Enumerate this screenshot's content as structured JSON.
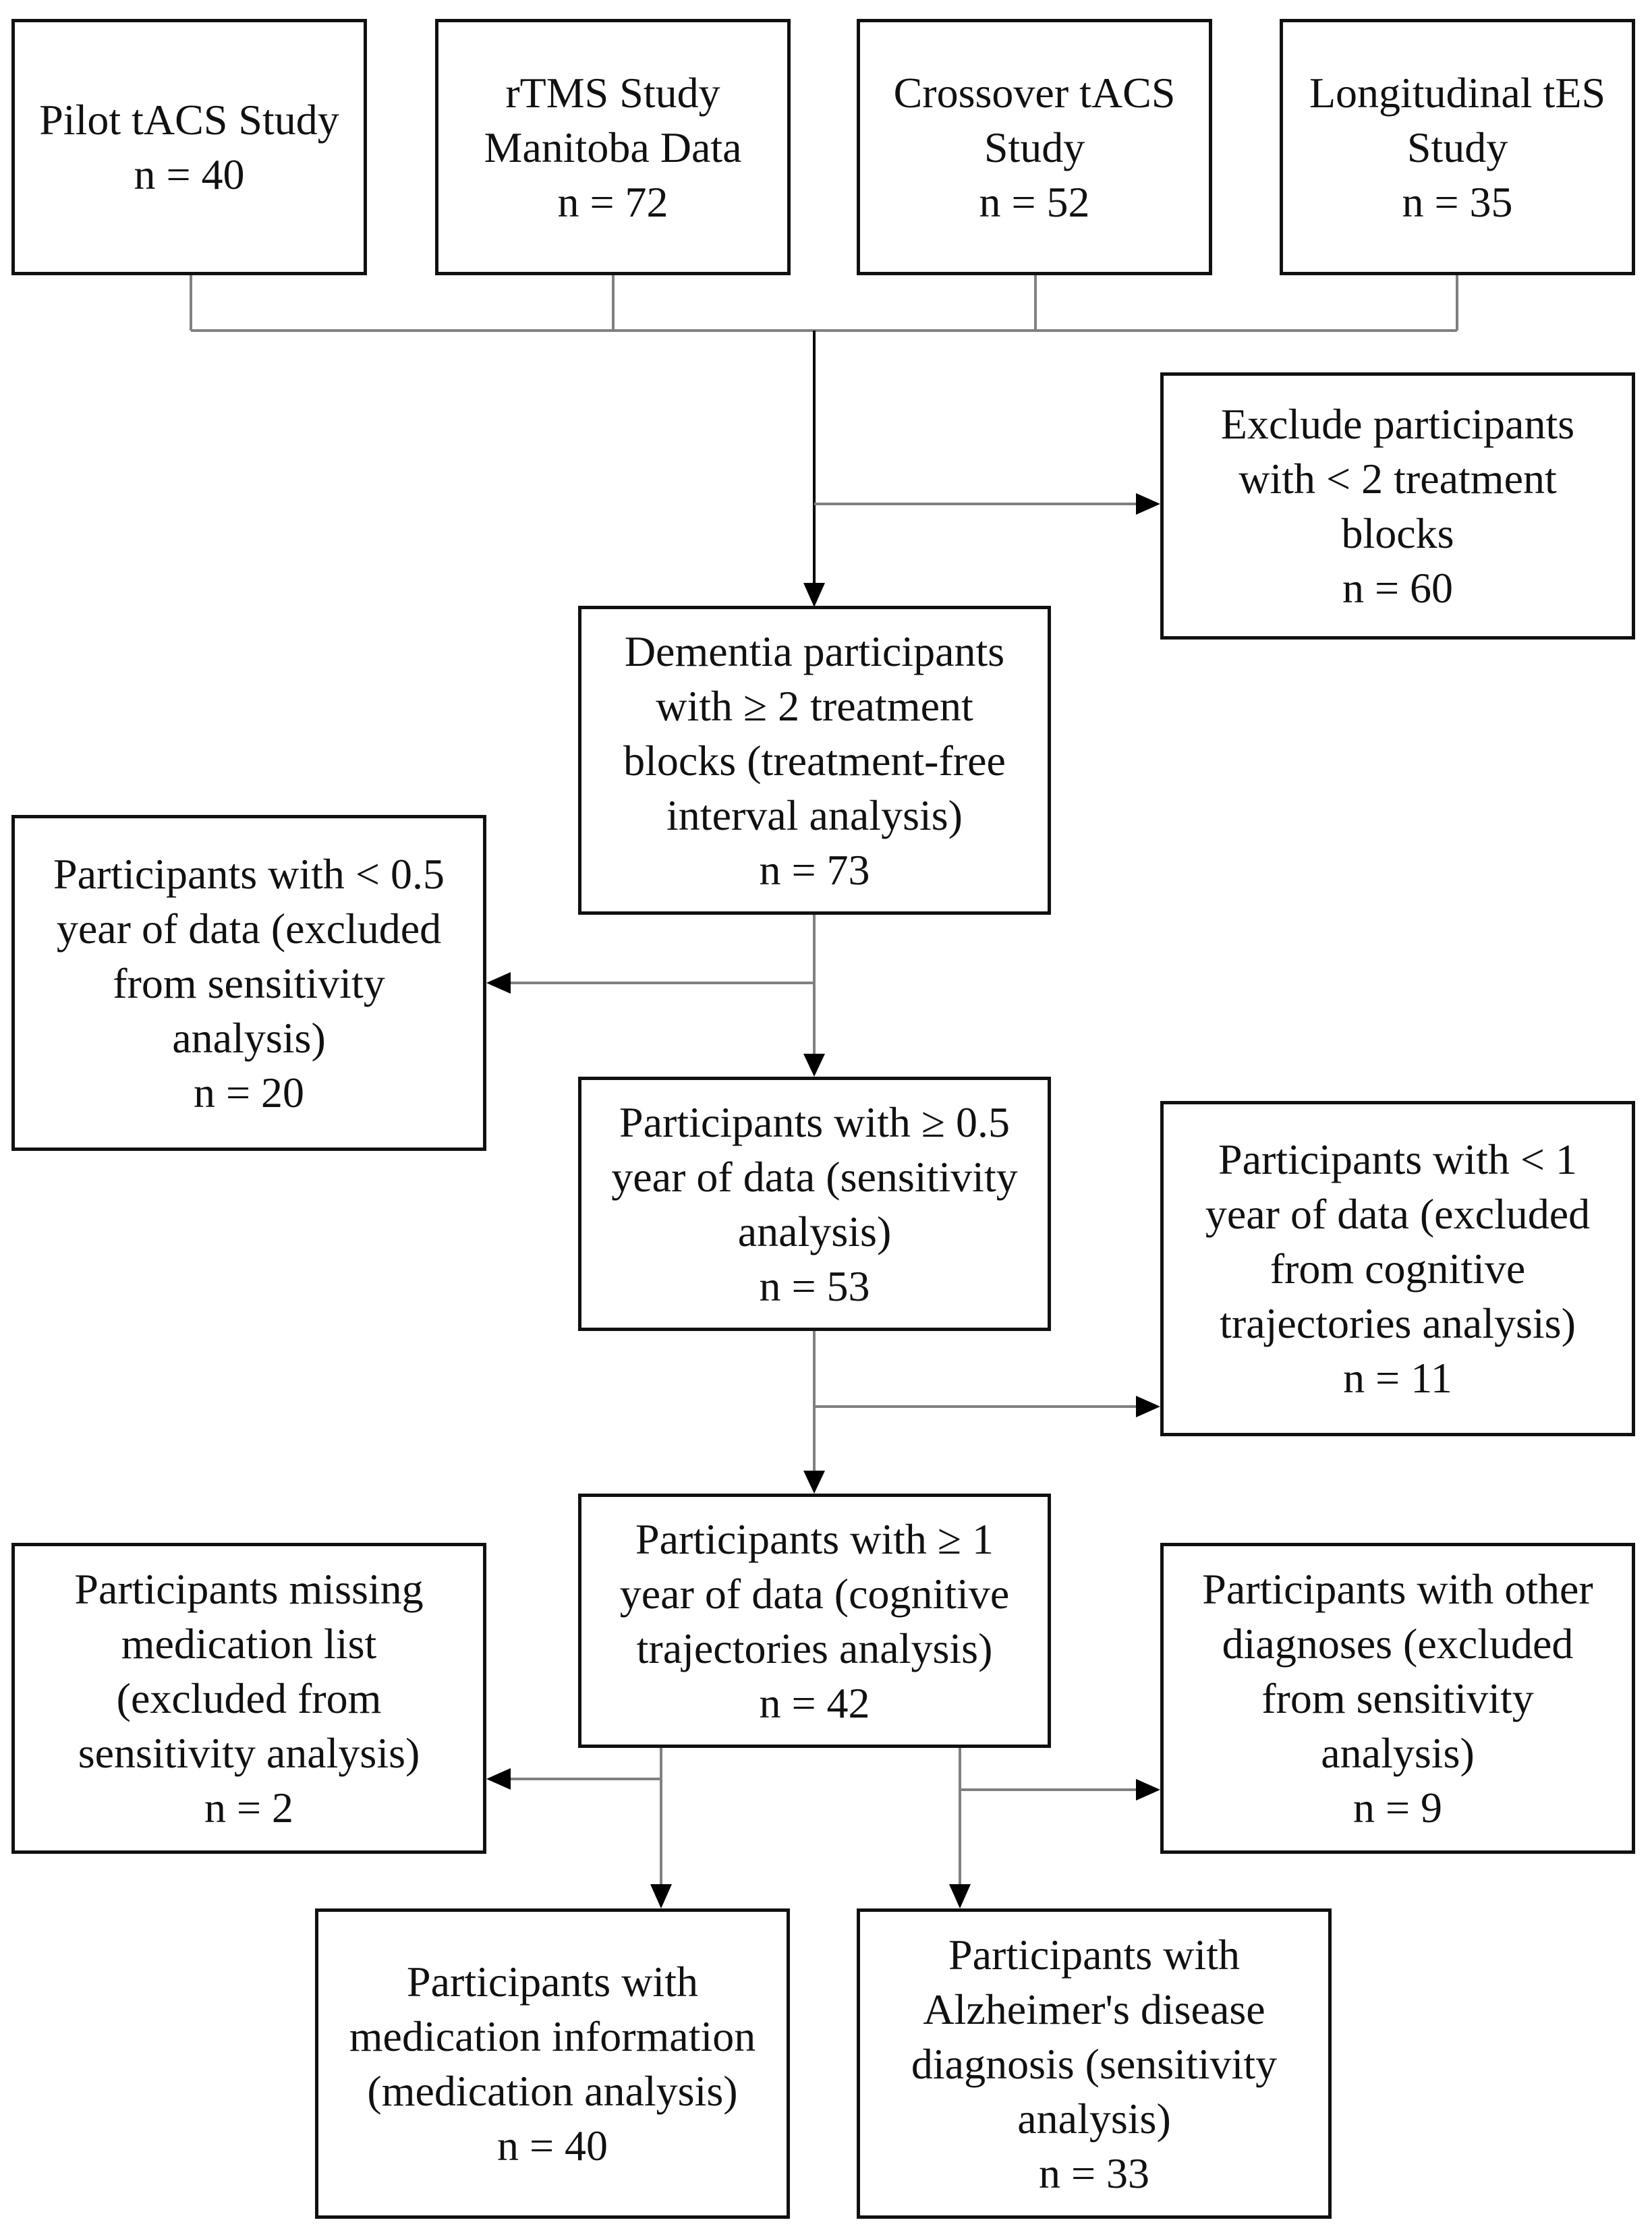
{
  "colors": {
    "line": "#808080",
    "arrow": "#000000",
    "border": "#111111",
    "text": "#111111"
  },
  "boxes": {
    "pilot": {
      "lines": [
        "Pilot tACS Study",
        "n = 40"
      ]
    },
    "rtms": {
      "lines": [
        "rTMS Study",
        "Manitoba Data",
        "n = 72"
      ]
    },
    "crossover": {
      "lines": [
        "Crossover tACS",
        "Study",
        "n = 52"
      ]
    },
    "longitudinal": {
      "lines": [
        "Longitudinal tES",
        "Study",
        "n = 35"
      ]
    },
    "exclude_blocks": {
      "lines": [
        "Exclude participants",
        "with < 2 treatment",
        "blocks",
        "n = 60"
      ]
    },
    "dementia": {
      "lines": [
        "Dementia participants",
        "with ≥ 2 treatment",
        "blocks (treatment-free",
        "interval analysis)",
        "n = 73"
      ]
    },
    "lt_half_year": {
      "lines": [
        "Participants with < 0.5",
        "year of data (excluded",
        "from sensitivity",
        "analysis)",
        "n = 20"
      ]
    },
    "ge_half_year": {
      "lines": [
        "Participants with ≥ 0.5",
        "year of data (sensitivity",
        "analysis)",
        "n = 53"
      ]
    },
    "lt_one_year": {
      "lines": [
        "Participants with < 1",
        "year of data (excluded",
        "from cognitive",
        "trajectories analysis)",
        "n = 11"
      ]
    },
    "ge_one_year": {
      "lines": [
        "Participants with ≥ 1",
        "year of data (cognitive",
        "trajectories analysis)",
        "n = 42"
      ]
    },
    "missing_med": {
      "lines": [
        "Participants missing",
        "medication list",
        "(excluded from",
        "sensitivity analysis)",
        "n = 2"
      ]
    },
    "other_dx": {
      "lines": [
        "Participants with other",
        "diagnoses (excluded",
        "from sensitivity",
        "analysis)",
        "n = 9"
      ]
    },
    "med_info": {
      "lines": [
        "Participants with",
        "medication information",
        "(medication analysis)",
        "n = 40"
      ]
    },
    "alzheimers": {
      "lines": [
        "Participants with",
        "Alzheimer's disease",
        "diagnosis (sensitivity",
        "analysis)",
        "n = 33"
      ]
    }
  }
}
